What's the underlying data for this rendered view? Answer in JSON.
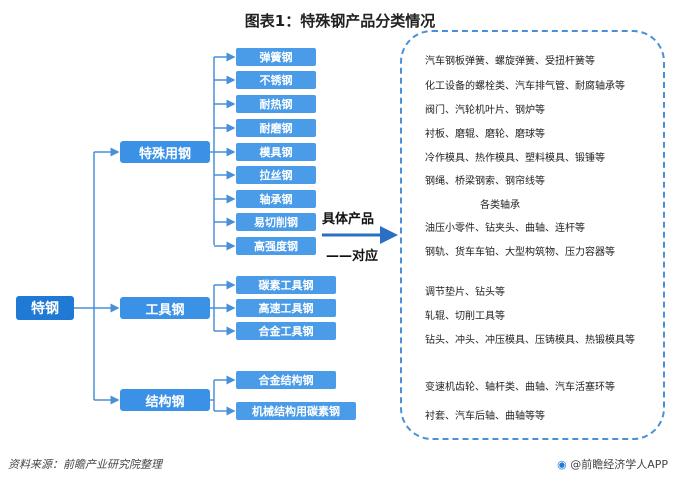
{
  "title": "图表1：特殊钢产品分类情况",
  "root": "特钢",
  "categories": [
    {
      "label": "特殊用钢",
      "items": [
        "弹簧钢",
        "不锈钢",
        "耐热钢",
        "耐磨钢",
        "模具钢",
        "拉丝钢",
        "轴承钢",
        "易切削钢",
        "高强度钢"
      ]
    },
    {
      "label": "工具钢",
      "items": [
        "碳素工具钢",
        "高速工具钢",
        "合金工具钢"
      ]
    },
    {
      "label": "结构钢",
      "items": [
        "合金结构钢",
        "机械结构用碳素钢"
      ]
    }
  ],
  "arrow_label_top": "具体产品",
  "arrow_label_bottom": "——对应",
  "applications": [
    "汽车钢板弹簧、螺旋弹簧、受扭杆簧等",
    "化工设备的螺栓类、汽车排气管、耐腐轴承等",
    "阀门、汽轮机叶片、钢炉等",
    "衬板、磨辊、磨轮、磨球等",
    "冷作模具、热作模具、塑料模具、锻锤等",
    "钢绳、桥梁钢索、钢帘线等",
    "各类轴承",
    "油压小零件、钻夹头、曲轴、连杆等",
    "钢轨、货车车铂、大型构筑物、压力容器等",
    "调节垫片、钻头等",
    "轧辊、切削工具等",
    "钻头、冲头、冲压模具、压铸模具、热锻模具等",
    "变速机齿轮、轴杆类、曲轴、汽车活塞环等",
    "衬套、汽车后轴、曲轴等等"
  ],
  "footer_source": "资料来源：前瞻产业研究院整理",
  "footer_brand": "@前瞻经济学人APP",
  "colors": {
    "root": "#1f7ad6",
    "mid": "#3a91e6",
    "leaf": "#4a9be8",
    "line": "#4a90d9"
  }
}
